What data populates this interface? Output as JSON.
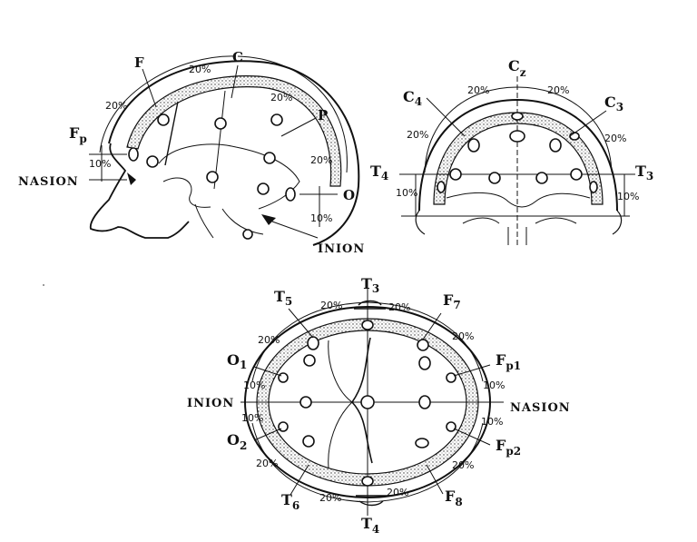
{
  "side_view": {
    "labels": {
      "f": "F",
      "c": "C",
      "p": "P",
      "fp_main": "F",
      "fp_sub": "p",
      "nasion": "NASION",
      "o": "O",
      "inion": "INION"
    },
    "percents": {
      "top_mid": "20%",
      "top_left": "20%",
      "top_right": "20%",
      "right_low": "20%",
      "fp_gap": "10%",
      "inion_gap": "10%"
    }
  },
  "front_view": {
    "labels": {
      "cz_main": "C",
      "cz_sub": "z",
      "c4_main": "C",
      "c4_sub": "4",
      "c3_main": "C",
      "c3_sub": "3",
      "t4_main": "T",
      "t4_sub": "4",
      "t3_main": "T",
      "t3_sub": "3"
    },
    "percents": {
      "top_left": "20%",
      "top_right": "20%",
      "left_side": "20%",
      "right_side": "20%",
      "left_low": "10%",
      "right_low": "10%"
    }
  },
  "top_view": {
    "labels": {
      "t3_main": "T",
      "t3_sub": "3",
      "t5_main": "T",
      "t5_sub": "5",
      "f7_main": "F",
      "f7_sub": "7",
      "o1_main": "O",
      "o1_sub": "1",
      "fp1_main": "F",
      "fp1_sub": "p1",
      "inion": "INION",
      "nasion": "NASION",
      "o2_main": "O",
      "o2_sub": "2",
      "fp2_main": "F",
      "fp2_sub": "p2",
      "t6_main": "T",
      "t6_sub": "6",
      "f8_main": "F",
      "f8_sub": "8",
      "t4_main": "T",
      "t4_sub": "4"
    },
    "percents": {
      "top_left": "20%",
      "top_right": "20%",
      "upper_right": "20%",
      "upper_left": "20%",
      "left_top": "10%",
      "right_top": "10%",
      "left_bottom": "10%",
      "right_bottom": "10%",
      "lower_left": "20%",
      "lower_right": "20%",
      "bottom_left": "20%",
      "bottom_right": "20%"
    }
  }
}
